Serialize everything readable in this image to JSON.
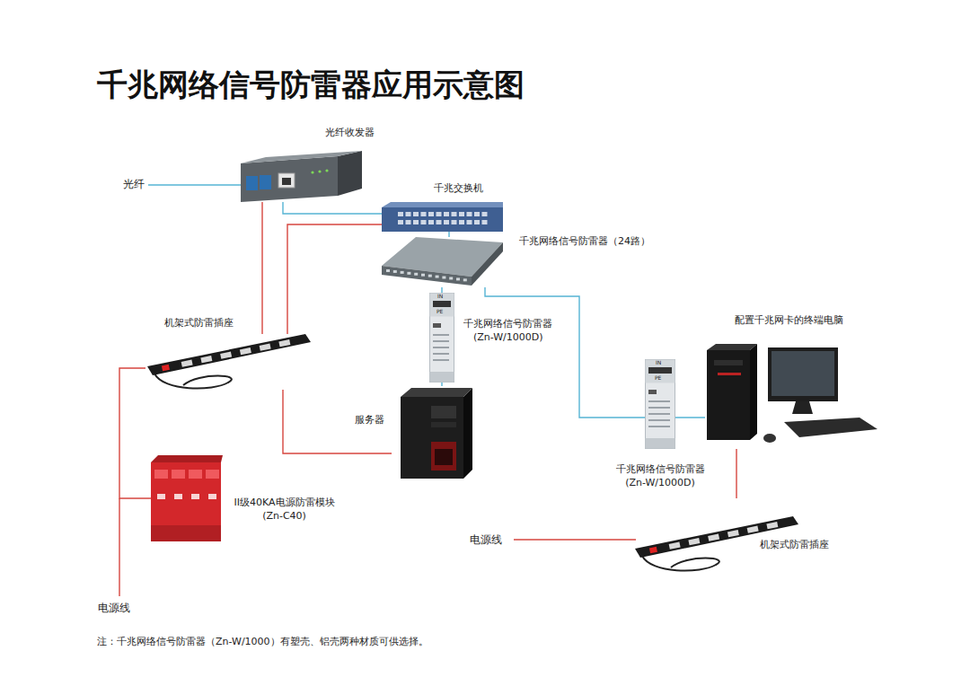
{
  "diagram": {
    "title": "千兆网络信号防雷器应用示意图",
    "nodes": [
      {
        "text": [
          "光纤收发器"
        ]
      },
      {
        "text": [
          "千兆交换机"
        ]
      },
      {
        "text": [
          "千兆网络信号防雷器（24路）"
        ]
      },
      {
        "text": [
          "机架式防雷插座"
        ]
      },
      {
        "text": [
          "千兆网络信号防雷器 (Zn-W/1000D)"
        ]
      },
      {
        "text": [
          "服务器"
        ]
      },
      {
        "text": [
          "配置千兆网卡的终端电脑"
        ]
      },
      {
        "text": [
          "千兆网络信号防雷器 (Zn-W/1000D)"
        ]
      },
      {
        "text": [
          "II级40KA电源防雷模块 (Zn-C40)"
        ]
      },
      {
        "text": [
          "机架式防雷插座"
        ]
      }
    ],
    "edges": [
      {
        "from": 0,
        "to": 1,
        "arrow": "none"
      },
      {
        "from": 1,
        "to": 2,
        "arrow": "none"
      },
      {
        "from": 2,
        "to": 4,
        "arrow": "none"
      },
      {
        "from": 4,
        "to": 5,
        "arrow": "none"
      },
      {
        "from": 2,
        "to": 7,
        "arrow": "none"
      },
      {
        "from": 7,
        "to": 6,
        "arrow": "none"
      },
      {
        "from": 0,
        "to": 3,
        "arrow": "none"
      },
      {
        "from": 1,
        "to": 3,
        "arrow": "none"
      },
      {
        "from": 3,
        "to": 5,
        "arrow": "none"
      },
      {
        "from": 3,
        "to": 8,
        "arrow": "none"
      },
      {
        "from": 6,
        "to": 9,
        "arrow": "none"
      }
    ],
    "labels": [
      "光纤",
      "IN",
      "PE",
      "IN",
      "PE",
      "电源线",
      "电源线",
      "注：千兆网络信号防雷器（Zn-W/1000）有塑壳、铝壳两种材质可供选择。"
    ]
  }
}
